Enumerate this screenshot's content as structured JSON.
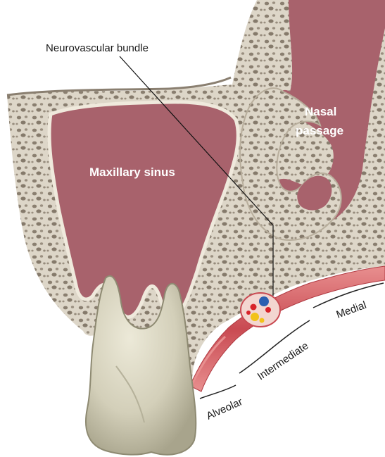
{
  "figure": {
    "labels": {
      "neurovascular_bundle": "Neurovascular bundle",
      "maxillary_sinus": "Maxillary sinus",
      "nasal_line1": "Nasal",
      "nasal_line2": "passage",
      "alveolar": "Alveolar",
      "intermediate": "Intermediate",
      "medial": "Medial"
    },
    "colors": {
      "bone": "#ddd6c8",
      "bone_pore": "#8a7f70",
      "cavity": "#a8626c",
      "mucosa": "#c94a52",
      "mucosa_light": "#e88f8f",
      "tooth": "#d8d4c0",
      "tooth_shadow": "#a8a48c",
      "vessel_red": "#d8232a",
      "vessel_blue": "#2b5fb0",
      "nerve_yellow": "#f2c21a"
    }
  }
}
